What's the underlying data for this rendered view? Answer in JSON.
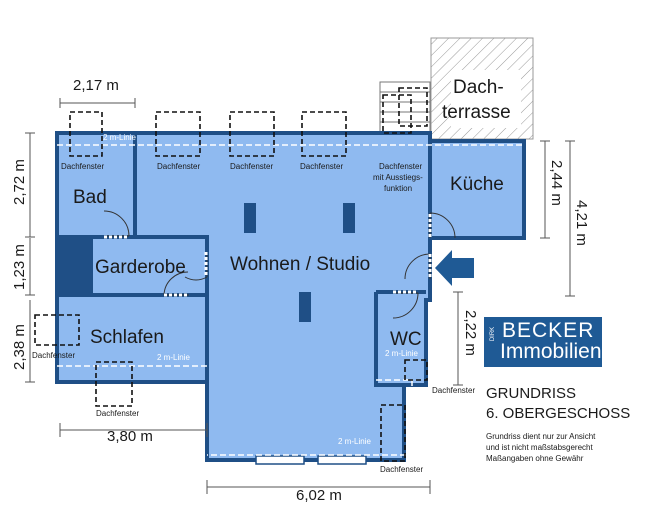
{
  "rooms": {
    "bad": "Bad",
    "garderobe": "Garderobe",
    "schlafen": "Schlafen",
    "wohnen": "Wohnen / Studio",
    "wc": "WC",
    "kueche": "Küche",
    "dach1": "Dach-",
    "dach2": "terrasse"
  },
  "labels": {
    "dachfenster": "Dachfenster",
    "ausstieg1": "Dachfenster",
    "ausstieg2": "mit Ausstiegs-",
    "ausstieg3": "funktion",
    "linie": "2 m-Linie"
  },
  "dimensions": {
    "top_width": "2,17 m",
    "bad_height": "2,72 m",
    "garderobe_height": "1,23 m",
    "schlafen_height": "2,38 m",
    "schlafen_width": "3,80 m",
    "wohnen_width": "6,02 m",
    "kueche_height": "2,44 m",
    "kueche_total": "4,21 m",
    "wc_height": "2,22 m"
  },
  "brand": {
    "line1": "BECKER",
    "line2": "Immobilien",
    "small": "DIRK"
  },
  "title": {
    "line1": "GRUNDRISS",
    "line2": "6. OBERGESCHOSS",
    "note1": "Grundriss dient nur zur Ansicht",
    "note2": "und  ist nicht maßstabsgerecht",
    "note3": "Maßangaben ohne Gewähr"
  },
  "colors": {
    "room_fill": "#8fbaf0",
    "wall": "#1f4f86",
    "brand": "#1f5a95",
    "arrow": "#1f5a95"
  }
}
